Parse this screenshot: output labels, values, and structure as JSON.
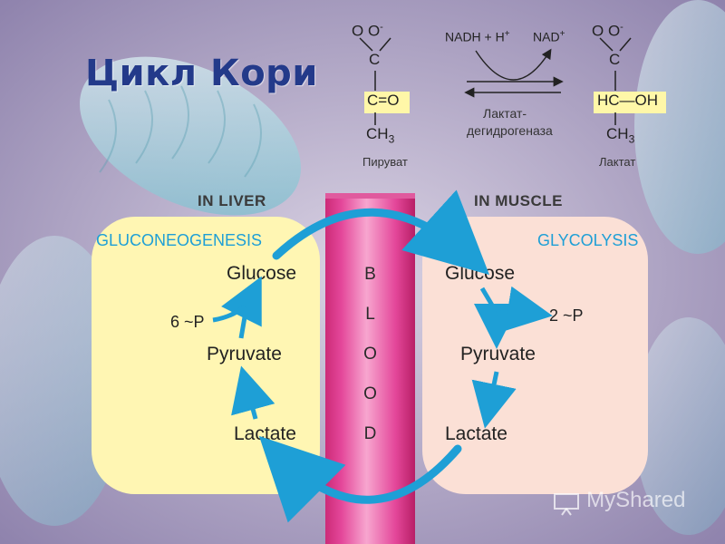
{
  "slide": {
    "title": "Цикл Кори"
  },
  "diagram": {
    "liver_header": "IN LIVER",
    "muscle_header": "IN MUSCLE",
    "liver_process": "GLUCONEOGENESIS",
    "muscle_process": "GLYCOLYSIS",
    "liver": {
      "glucose": "Glucose",
      "pyruvate": "Pyruvate",
      "lactate": "Lactate",
      "energy": "6 ~P"
    },
    "muscle": {
      "glucose": "Glucose",
      "pyruvate": "Pyruvate",
      "lactate": "Lactate",
      "energy": "2 ~P"
    },
    "blood_letters": [
      "B",
      "L",
      "O",
      "O",
      "D"
    ]
  },
  "reaction": {
    "pyruvate_name": "Пируват",
    "lactate_name": "Лактат",
    "enzyme_line1": "Лактат-",
    "enzyme_line2": "дегидрогеназа",
    "cofactor_left": "NADH + H",
    "cofactor_right": "NAD",
    "pyruvate": {
      "top": "O   O",
      "mid": "C",
      "carbonyl": "C=O",
      "bottom": "CH"
    },
    "lactate": {
      "top": "O   O",
      "mid": "C",
      "hydroxyl": "HC—OH",
      "bottom": "CH"
    },
    "subscript": "3"
  },
  "watermark": {
    "text": "MyShared"
  },
  "colors": {
    "title": "#233a8a",
    "arrow": "#1e9fd6",
    "liver_bg": "#fff6b3",
    "muscle_bg": "#fbe0d6",
    "blood": "#e4479a",
    "highlight": "#fff7a8"
  }
}
